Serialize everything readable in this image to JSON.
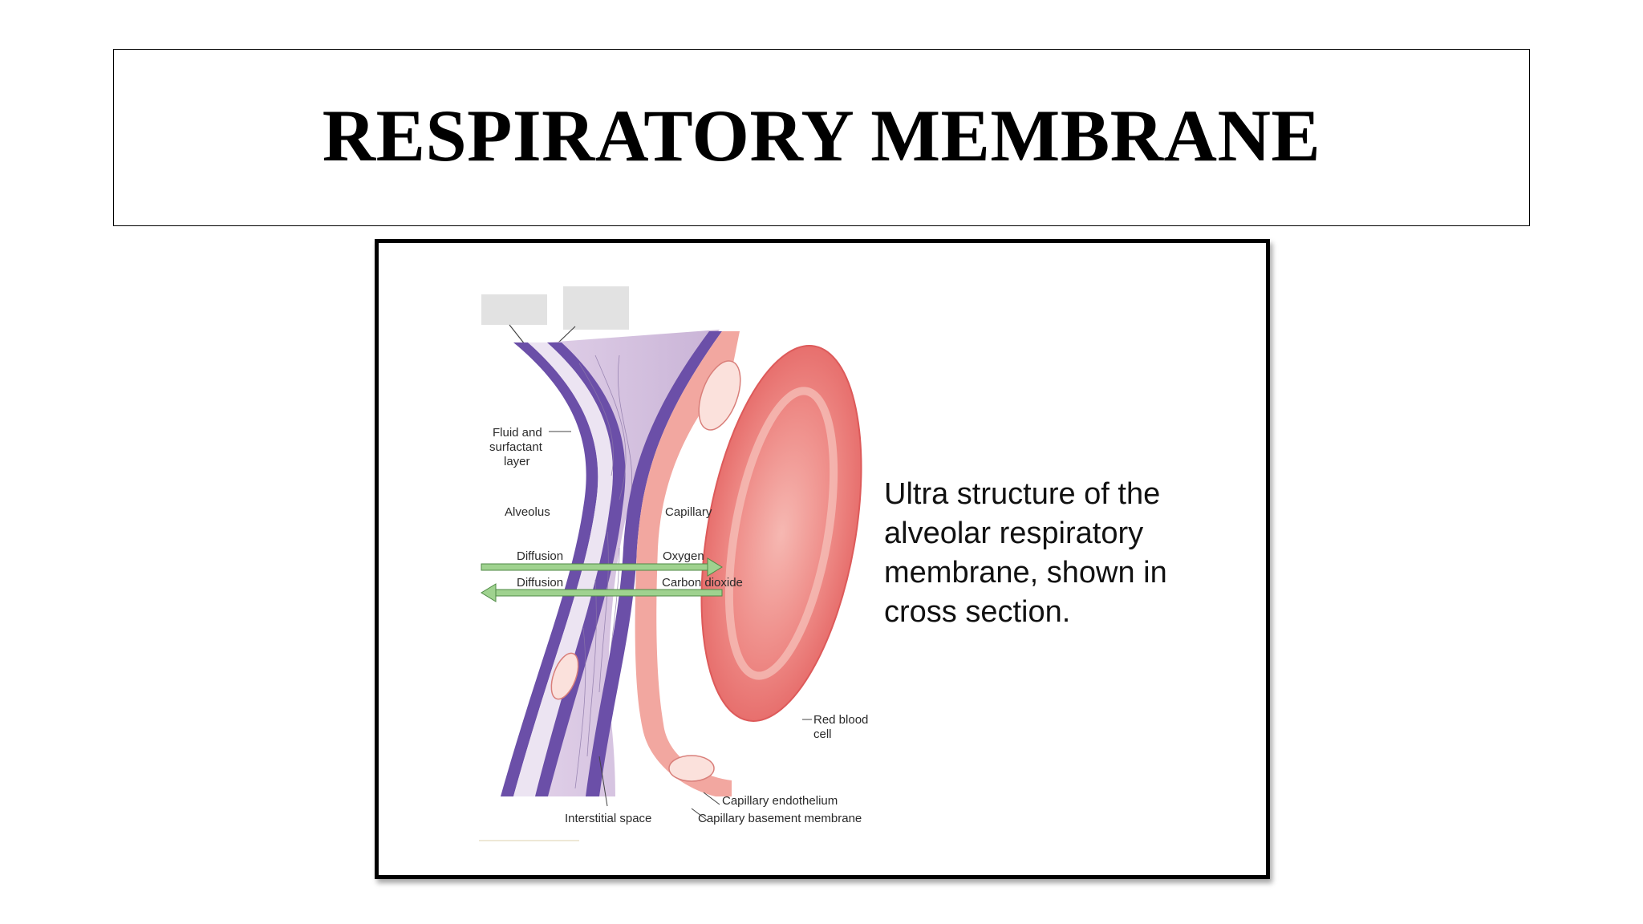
{
  "slide": {
    "title": "RESPIRATORY MEMBRANE"
  },
  "figure": {
    "caption": "Ultra structure of the alveolar respiratory membrane, shown in cross section.",
    "labels": {
      "fluid_surfactant_line1": "Fluid and",
      "fluid_surfactant_line2": "surfactant",
      "fluid_surfactant_line3": "layer",
      "alveolus": "Alveolus",
      "capillary": "Capillary",
      "diffusion_1": "Diffusion",
      "diffusion_2": "Diffusion",
      "oxygen": "Oxygen",
      "carbon_dioxide": "Carbon dioxide",
      "red_blood_cell_line1": "Red blood",
      "red_blood_cell_line2": "cell",
      "capillary_endothelium": "Capillary endothelium",
      "capillary_basement_membrane": "Capillary basement membrane",
      "interstitial_space": "Interstitial space"
    },
    "colors": {
      "membrane_purple": "#6b4fa8",
      "membrane_light": "#ece4f2",
      "interstitial": "#c9b2d6",
      "endothelium_pink": "#f2a7a0",
      "rbc_red": "#ea6f70",
      "arrow_green": "#9fd28f"
    }
  }
}
